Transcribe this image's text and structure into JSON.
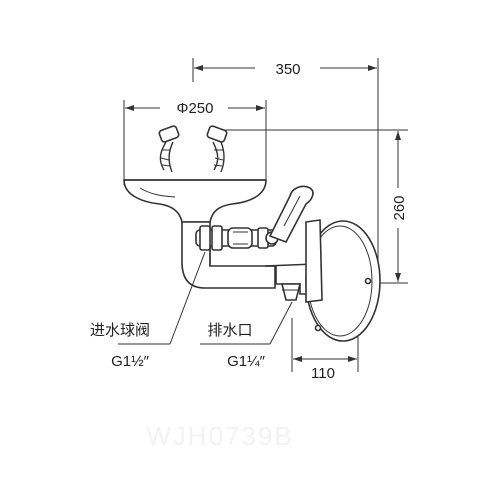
{
  "dimensions": {
    "total_width": "350",
    "basin_diameter": "Φ250",
    "height": "260",
    "flange_offset": "110"
  },
  "labels": {
    "inlet_valve": "进水球阀",
    "inlet_thread": "G1½″",
    "drain_outlet": "排水口",
    "drain_thread": "G1¼″"
  },
  "watermark": "WJH0739B"
}
